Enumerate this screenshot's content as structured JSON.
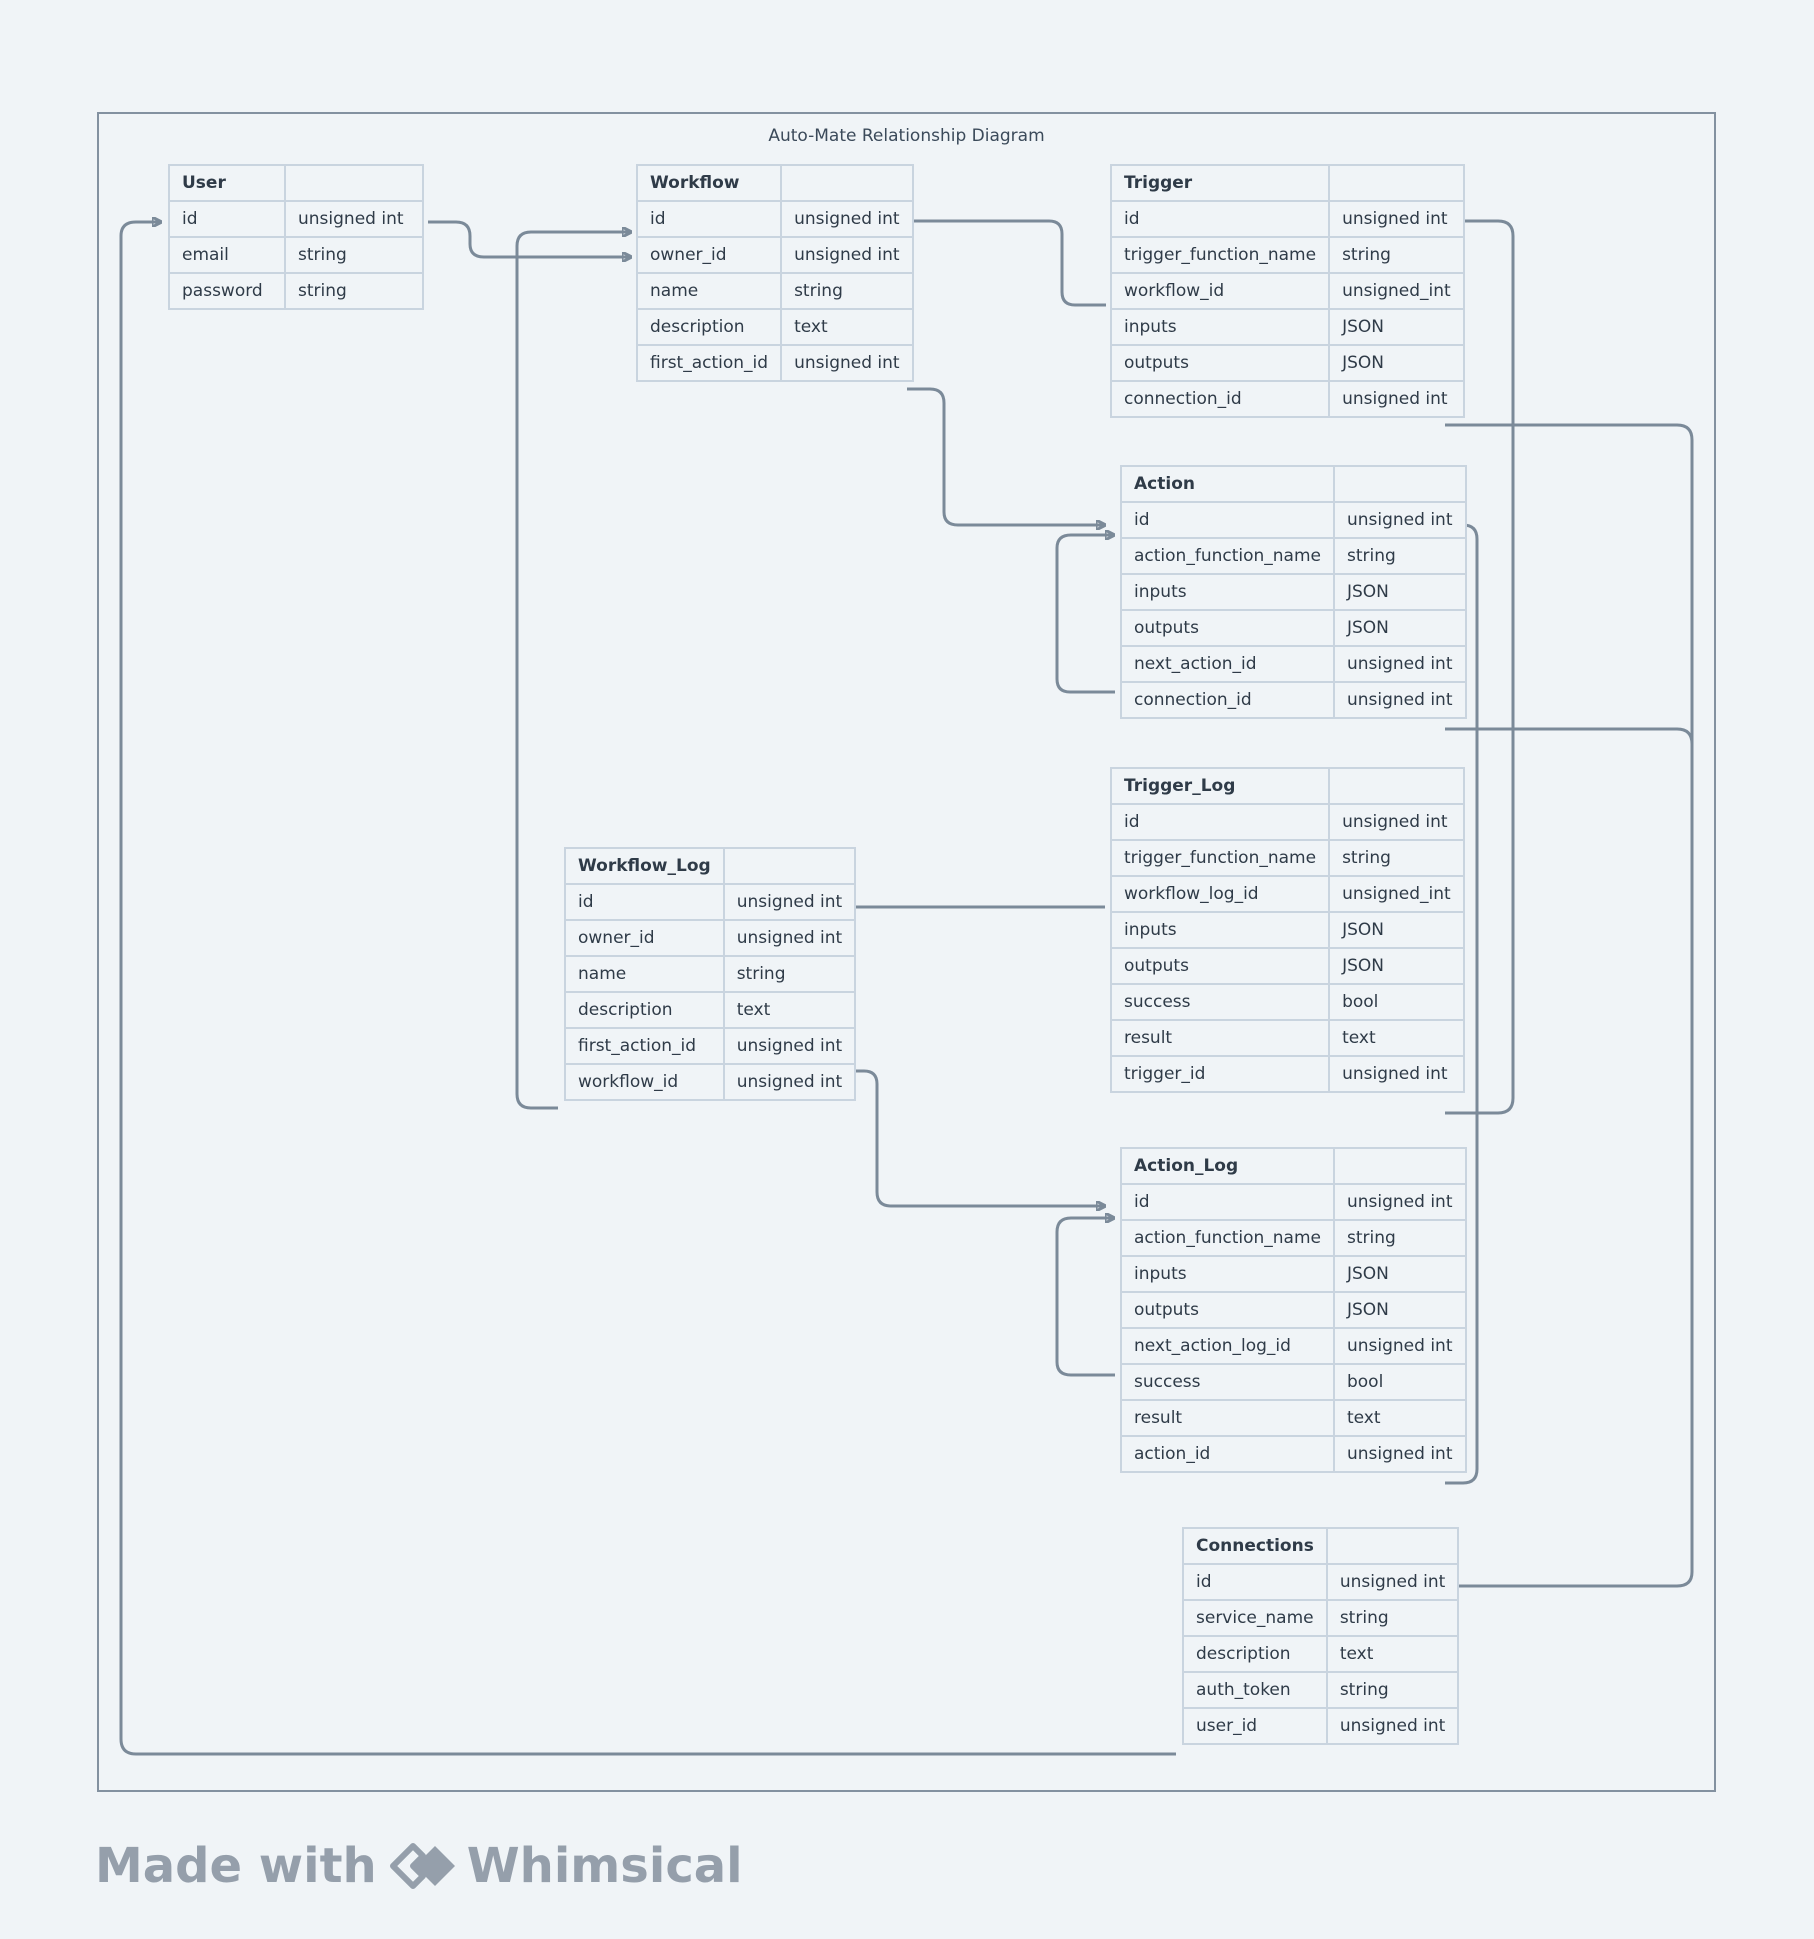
{
  "diagram": {
    "title": "Auto-Mate Relationship Diagram"
  },
  "watermark": {
    "made_with": "Made with",
    "brand": "Whimsical"
  },
  "entities": [
    {
      "id": "user",
      "name": "User",
      "fields": [
        {
          "name": "id",
          "type": "unsigned int"
        },
        {
          "name": "email",
          "type": "string"
        },
        {
          "name": "password",
          "type": "string"
        }
      ]
    },
    {
      "id": "workflow",
      "name": "Workflow",
      "fields": [
        {
          "name": "id",
          "type": "unsigned int"
        },
        {
          "name": "owner_id",
          "type": "unsigned int"
        },
        {
          "name": "name",
          "type": "string"
        },
        {
          "name": "description",
          "type": "text"
        },
        {
          "name": "first_action_id",
          "type": "unsigned int"
        }
      ]
    },
    {
      "id": "trigger",
      "name": "Trigger",
      "fields": [
        {
          "name": "id",
          "type": "unsigned int"
        },
        {
          "name": "trigger_function_name",
          "type": "string"
        },
        {
          "name": "workflow_id",
          "type": "unsigned_int"
        },
        {
          "name": "inputs",
          "type": "JSON"
        },
        {
          "name": "outputs",
          "type": "JSON"
        },
        {
          "name": "connection_id",
          "type": "unsigned int"
        }
      ]
    },
    {
      "id": "action",
      "name": "Action",
      "fields": [
        {
          "name": "id",
          "type": "unsigned int"
        },
        {
          "name": "action_function_name",
          "type": "string"
        },
        {
          "name": "inputs",
          "type": "JSON"
        },
        {
          "name": "outputs",
          "type": "JSON"
        },
        {
          "name": "next_action_id",
          "type": "unsigned int"
        },
        {
          "name": "connection_id",
          "type": "unsigned int"
        }
      ]
    },
    {
      "id": "trigger_log",
      "name": "Trigger_Log",
      "fields": [
        {
          "name": "id",
          "type": "unsigned int"
        },
        {
          "name": "trigger_function_name",
          "type": "string"
        },
        {
          "name": "workflow_log_id",
          "type": "unsigned_int"
        },
        {
          "name": "inputs",
          "type": "JSON"
        },
        {
          "name": "outputs",
          "type": "JSON"
        },
        {
          "name": "success",
          "type": "bool"
        },
        {
          "name": "result",
          "type": "text"
        },
        {
          "name": "trigger_id",
          "type": "unsigned int"
        }
      ]
    },
    {
      "id": "workflow_log",
      "name": "Workflow_Log",
      "fields": [
        {
          "name": "id",
          "type": "unsigned int"
        },
        {
          "name": "owner_id",
          "type": "unsigned int"
        },
        {
          "name": "name",
          "type": "string"
        },
        {
          "name": "description",
          "type": "text"
        },
        {
          "name": "first_action_id",
          "type": "unsigned int"
        },
        {
          "name": "workflow_id",
          "type": "unsigned int"
        }
      ]
    },
    {
      "id": "action_log",
      "name": "Action_Log",
      "fields": [
        {
          "name": "id",
          "type": "unsigned int"
        },
        {
          "name": "action_function_name",
          "type": "string"
        },
        {
          "name": "inputs",
          "type": "JSON"
        },
        {
          "name": "outputs",
          "type": "JSON"
        },
        {
          "name": "next_action_log_id",
          "type": "unsigned int"
        },
        {
          "name": "success",
          "type": "bool"
        },
        {
          "name": "result",
          "type": "text"
        },
        {
          "name": "action_id",
          "type": "unsigned int"
        }
      ]
    },
    {
      "id": "connections",
      "name": "Connections",
      "fields": [
        {
          "name": "id",
          "type": "unsigned int"
        },
        {
          "name": "service_name",
          "type": "string"
        },
        {
          "name": "description",
          "type": "text"
        },
        {
          "name": "auth_token",
          "type": "string"
        },
        {
          "name": "user_id",
          "type": "unsigned int"
        }
      ]
    }
  ],
  "relationships": [
    {
      "from": "user.id",
      "to": "workflow.owner_id"
    },
    {
      "from": "trigger.workflow_id",
      "to": "workflow.id"
    },
    {
      "from": "workflow.first_action_id",
      "to": "action.id"
    },
    {
      "from": "trigger.connection_id",
      "to": "connections.id"
    },
    {
      "from": "action.next_action_id",
      "to": "action.id"
    },
    {
      "from": "action.connection_id",
      "to": "connections.id"
    },
    {
      "from": "trigger_log.workflow_log_id",
      "to": "workflow_log.id"
    },
    {
      "from": "trigger_log.trigger_id",
      "to": "trigger.id"
    },
    {
      "from": "workflow_log.workflow_id",
      "to": "workflow.id"
    },
    {
      "from": "workflow_log.first_action_id",
      "to": "action_log.id"
    },
    {
      "from": "action_log.next_action_log_id",
      "to": "action_log.id"
    },
    {
      "from": "action_log.action_id",
      "to": "action.id"
    },
    {
      "from": "connections.user_id",
      "to": "user.id"
    }
  ]
}
